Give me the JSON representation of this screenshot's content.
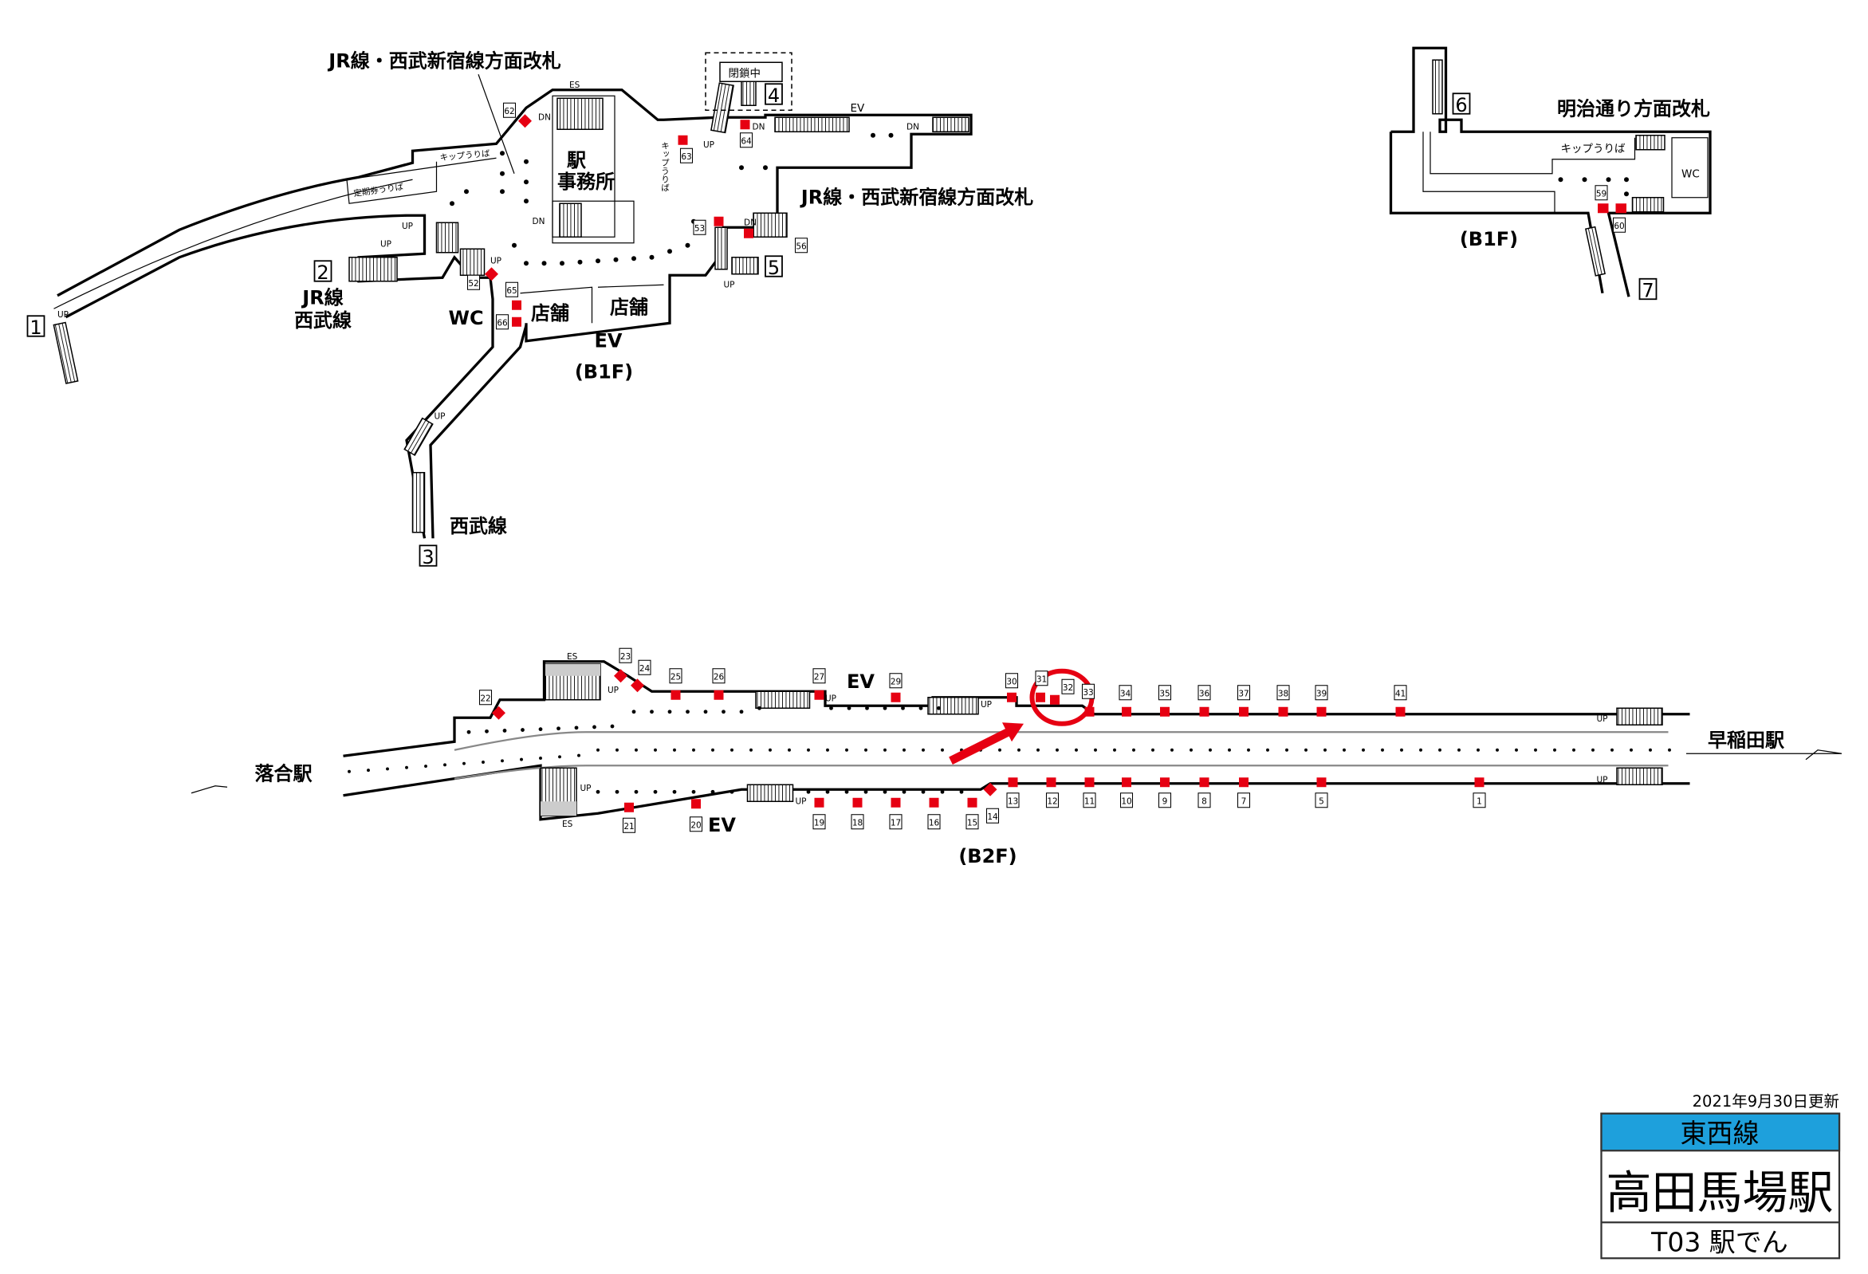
{
  "b1f_west": {
    "gate_label_top": "JR線・西武新宿線方面改札",
    "gate_label_right": "JR線・西武新宿線方面改札",
    "office": [
      "駅",
      "事務所"
    ],
    "commuter_pass": "定期券うりば",
    "ticket_sales": "キップうりば",
    "ticket_sales_vertical": "キップうりば",
    "closed": "閉鎖中",
    "shop": "店舗",
    "wc": "WC",
    "ev": "EV",
    "es": "ES",
    "up": "UP",
    "dn": "DN",
    "floor": "(B1F)",
    "exits": [
      "1",
      "2",
      "3",
      "4",
      "5"
    ],
    "exit2_lines": [
      "JR線",
      "西武線"
    ],
    "exit3_line": "西武線",
    "car_markers": [
      "62",
      "63",
      "64",
      "65",
      "66",
      "52",
      "53",
      "56"
    ]
  },
  "b1f_east": {
    "gate_label": "明治通り方面改札",
    "ticket_sales": "キップうりば",
    "wc": "WC",
    "floor": "(B1F)",
    "exits": [
      "6",
      "7"
    ],
    "car_markers": [
      "59",
      "60"
    ]
  },
  "b2f": {
    "floor": "(B2F)",
    "west_station": "落合駅",
    "east_station": "早稲田駅",
    "ev": "EV",
    "es": "ES",
    "up": "UP",
    "top_car_markers": [
      "22",
      "23",
      "24",
      "25",
      "26",
      "27",
      "29",
      "30",
      "31",
      "32",
      "33",
      "34",
      "35",
      "36",
      "37",
      "38",
      "39",
      "41"
    ],
    "bottom_car_markers": [
      "21",
      "20",
      "19",
      "18",
      "17",
      "16",
      "15",
      "14",
      "13",
      "12",
      "11",
      "10",
      "9",
      "8",
      "7",
      "5",
      "1"
    ],
    "highlight": "32"
  },
  "info": {
    "updated": "2021年9月30日更新",
    "line": "東西線",
    "station": "高田馬場駅",
    "code": "T03 駅でん",
    "line_color": "#1ea0dc",
    "marker_color": "#e60012"
  }
}
